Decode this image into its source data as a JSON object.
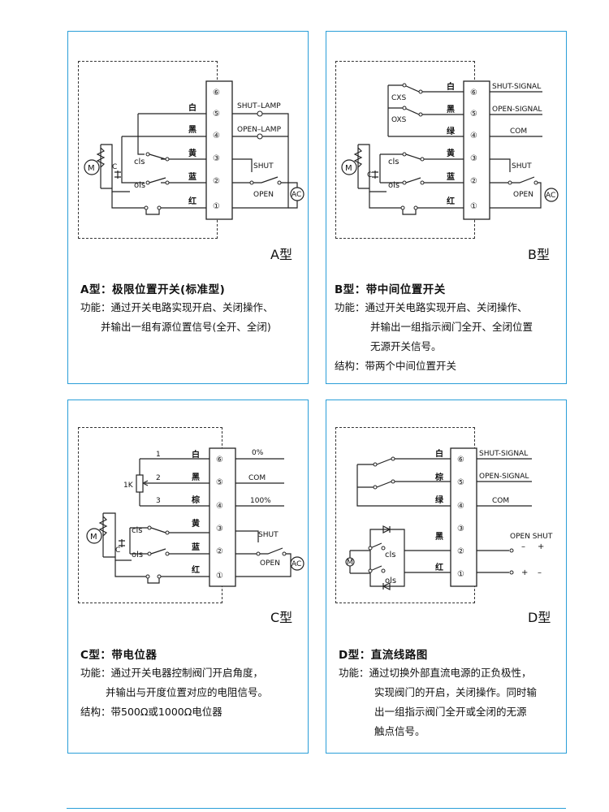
{
  "panelA": {
    "type_label": "A型",
    "title": "A型：极限位置开关(标准型)",
    "line1": "功能：通过开关电路实现开启、关闭操作、",
    "line2": "并输出一组有源位置信号(全开、全闭)",
    "terminals": [
      "⑥",
      "⑤",
      "④",
      "③",
      "②",
      "①"
    ],
    "colors": [
      "白",
      "黑",
      "黄",
      "蓝",
      "红"
    ],
    "labels": {
      "shut_lamp": "SHUT–LAMP",
      "open_lamp": "OPEN–LAMP",
      "shut": "SHUT",
      "open": "OPEN",
      "ac": "AC",
      "m": "M",
      "cls": "cls",
      "ols": "ols",
      "c": "C"
    }
  },
  "panelB": {
    "type_label": "B型",
    "title": "B型：带中间位置开关",
    "line1": "功能：通过开关电路实现开启、关闭操作、",
    "line2": "并输出一组指示阀门全开、全闭位置",
    "line3": "无源开关信号。",
    "line4": "结构：带两个中间位置开关",
    "terminals": [
      "⑥",
      "⑤",
      "④",
      "③",
      "②",
      "①"
    ],
    "colors": [
      "白",
      "黑",
      "绿",
      "黄",
      "蓝",
      "红"
    ],
    "labels": {
      "shut_signal": "SHUT-SIGNAL",
      "open_signal": "OPEN-SIGNAL",
      "com": "COM",
      "shut": "SHUT",
      "open": "OPEN",
      "ac": "AC",
      "cxs": "CXS",
      "oxs": "OXS",
      "m": "M",
      "cls": "cls",
      "ols": "ols",
      "c": "C"
    }
  },
  "panelC": {
    "type_label": "C型",
    "title": "C型：带电位器",
    "line1": "功能：通过开关电器控制阀门开启角度，",
    "line2": "并输出与开度位置对应的电阻信号。",
    "line3": "结构：带500Ω或1000Ω电位器",
    "terminals": [
      "⑥",
      "⑤",
      "④",
      "③",
      "②",
      "①"
    ],
    "colors": [
      "白",
      "黑",
      "棕",
      "黄",
      "蓝",
      "红"
    ],
    "pot_nums": [
      "1",
      "2",
      "3"
    ],
    "labels": {
      "p0": "0%",
      "com": "COM",
      "p100": "100%",
      "shut": "SHUT",
      "open": "OPEN",
      "ac": "AC",
      "k1": "1K",
      "m": "M",
      "cls": "cls",
      "ols": "ols",
      "c": "C"
    }
  },
  "panelD": {
    "type_label": "D型",
    "title": "D型：直流线路图",
    "line1": "功能：通过切换外部直流电源的正负极性，",
    "line2": "实现阀门的开启，关闭操作。同时输",
    "line3": "出一组指示阀门全开或全闭的无源",
    "line4": "触点信号。",
    "terminals": [
      "⑥",
      "⑤",
      "④",
      "③",
      "②",
      "①"
    ],
    "colors": [
      "白",
      "棕",
      "绿",
      "黑",
      "红"
    ],
    "labels": {
      "shut_signal": "SHUT-SIGNAL",
      "open_signal": "OPEN-SIGNAL",
      "com": "COM",
      "open_shut": "OPEN  SHUT",
      "minus1": "–",
      "plus1": "+",
      "plus2": "+",
      "minus2": "–",
      "m": "M",
      "cls": "cls",
      "ols": "ols"
    }
  }
}
